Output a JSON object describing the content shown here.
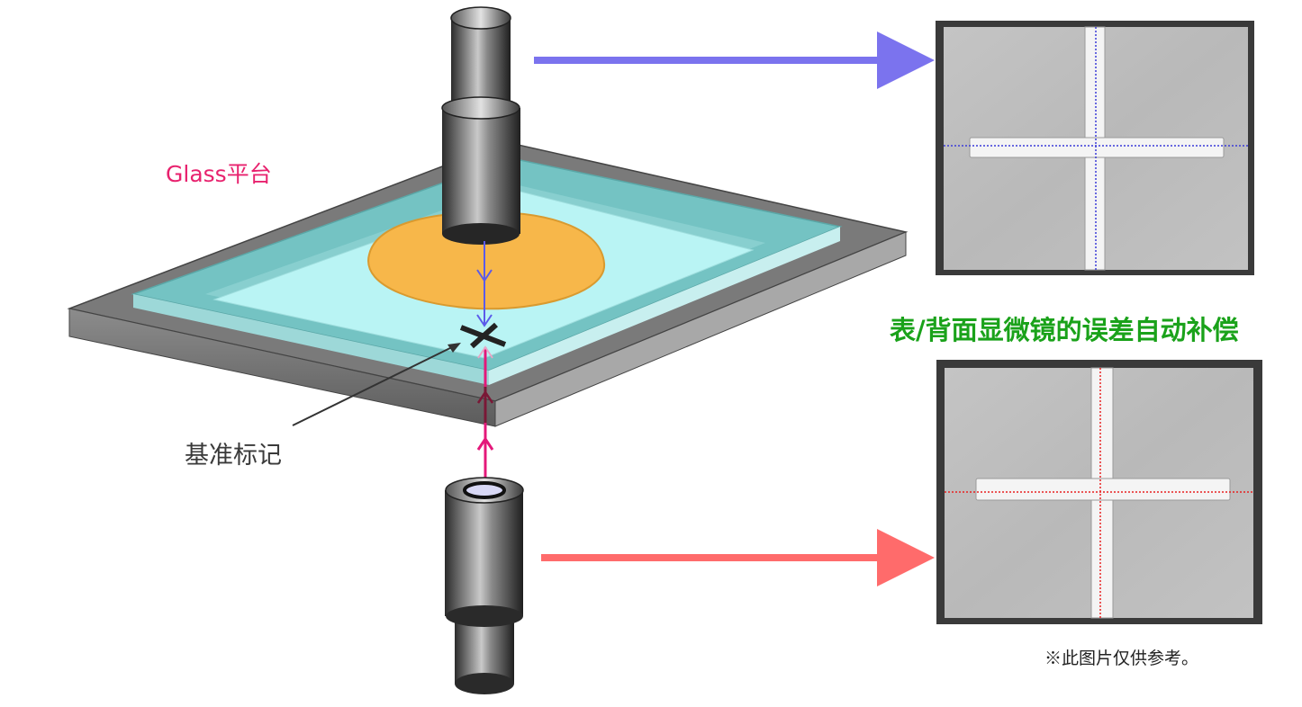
{
  "labels": {
    "glass_stage": "Glass平台",
    "fiducial_mark": "基准标记",
    "caption": "表/背面显微镜的误差自动补偿",
    "note": "※此图片仅供参考。"
  },
  "colors": {
    "top_arrow": "#7b73ee",
    "bottom_arrow": "#ff6b6b",
    "optical_down": "#5b5bea",
    "optical_up": "#e4187a",
    "glass_edge": "#72c2c2",
    "glass_inner": "#b9f4f4",
    "wafer": "#f7b74a",
    "base_plate": "#777777",
    "crosshair_top": "#3b3bd8",
    "crosshair_bottom": "#e82020",
    "caption": "#1aa21a",
    "glass_label": "#e8226e"
  },
  "icons": [
    "top-microscope-icon",
    "bottom-microscope-icon",
    "fiducial-cross-icon"
  ]
}
